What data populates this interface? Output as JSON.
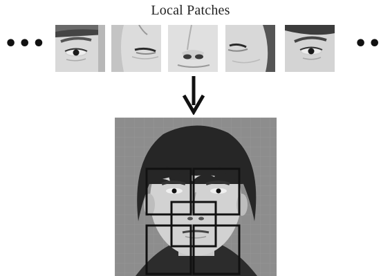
{
  "title": "Local Patches",
  "ellipsis_left": "•••",
  "ellipsis_right": "•••",
  "patches": [
    {
      "content": "left eye region"
    },
    {
      "content": "left mouth region"
    },
    {
      "content": "nose region"
    },
    {
      "content": "right mouth region"
    },
    {
      "content": "right eye region"
    }
  ],
  "icons": {
    "arrow": "arrow-down-icon"
  },
  "colors": {
    "patch_box": "#111111",
    "background_grid": "#8a8a8a"
  }
}
